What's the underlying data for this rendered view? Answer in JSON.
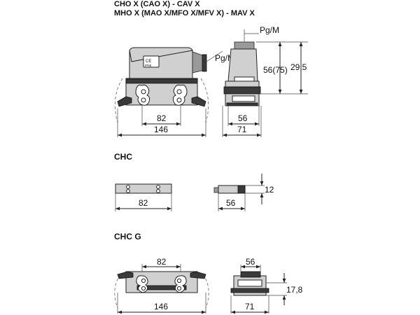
{
  "titles": {
    "line1": "CHO X (CAO X) - CAV X",
    "line2": "MHO X (MAO X/MFO X/MFV X) - MAV X"
  },
  "sections": {
    "chc": "CHC",
    "chcg": "CHC G"
  },
  "labels": {
    "pg_top": "Pg/M",
    "pg_side": "Pg/M",
    "ce_mark": "CE",
    "ip_mark": "IP65"
  },
  "dimensions": {
    "hood_82": "82",
    "hood_146": "146",
    "side_56": "56",
    "side_71": "71",
    "height_56_75": "56(75)",
    "height_29_5": "29,5",
    "chc_82": "82",
    "chc_56": "56",
    "chc_12": "12",
    "chcg_82": "82",
    "chcg_146": "146",
    "chcg_56": "56",
    "chcg_71": "71",
    "chcg_17_8": "17,8"
  }
}
